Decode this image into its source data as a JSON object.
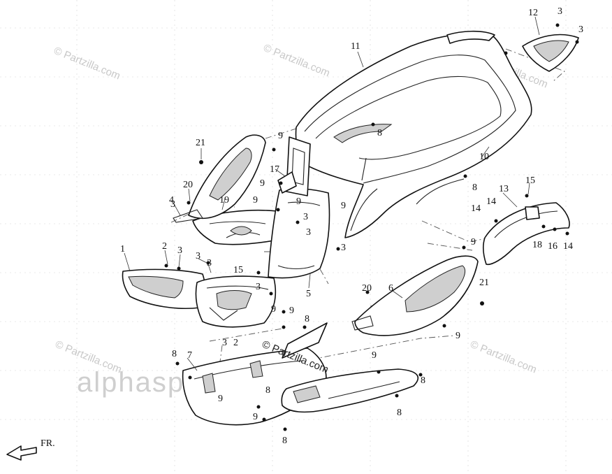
{
  "callouts": [
    "1",
    "2",
    "3",
    "3",
    "3",
    "3",
    "3",
    "3",
    "3",
    "3",
    "3",
    "3",
    "4",
    "5",
    "6",
    "7",
    "8",
    "8",
    "8",
    "8",
    "8",
    "8",
    "8",
    "8",
    "9",
    "9",
    "9",
    "9",
    "9",
    "9",
    "9",
    "9",
    "9",
    "9",
    "9",
    "9",
    "10",
    "11",
    "12",
    "13",
    "14",
    "14",
    "14",
    "15",
    "15",
    "16",
    "17",
    "18",
    "19",
    "20",
    "20",
    "21",
    "21",
    "2",
    "3"
  ],
  "front_label": "FR.",
  "watermarks": {
    "partzilla": "© Partzilla.com",
    "center": "© Partzilla.com",
    "big": "alphasports.com"
  },
  "colors": {
    "line": "#111111",
    "watermark": "#c8c8c8"
  },
  "icons": {
    "front_arrow": "arrow-left-outline-icon"
  }
}
